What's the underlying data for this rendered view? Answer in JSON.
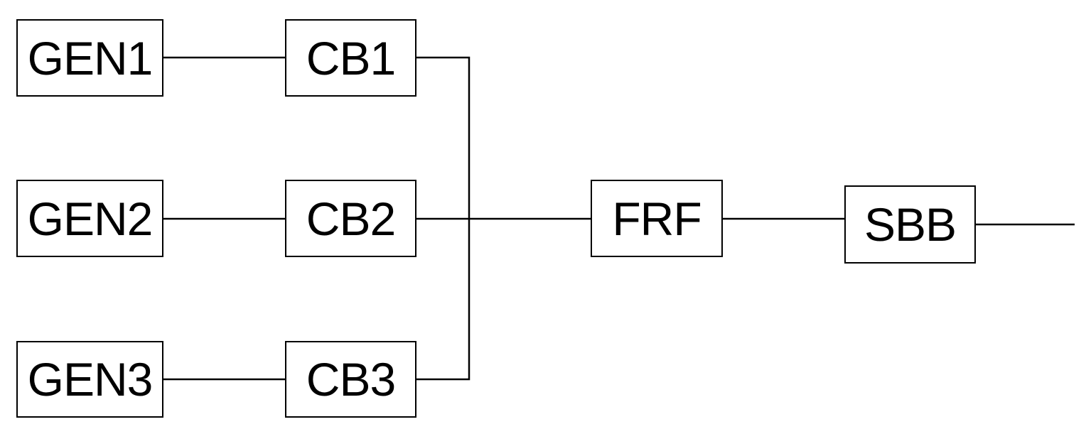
{
  "diagram": {
    "blocks": {
      "gen1": "GEN1",
      "gen2": "GEN2",
      "gen3": "GEN3",
      "cb1": "CB1",
      "cb2": "CB2",
      "cb3": "CB3",
      "frf": "FRF",
      "sbb": "SBB"
    },
    "connections": [
      [
        "GEN1",
        "CB1"
      ],
      [
        "GEN2",
        "CB2"
      ],
      [
        "GEN3",
        "CB3"
      ],
      [
        "CB1",
        "FRF"
      ],
      [
        "CB2",
        "FRF"
      ],
      [
        "CB3",
        "FRF"
      ],
      [
        "FRF",
        "SBB"
      ],
      [
        "SBB",
        "output"
      ]
    ],
    "colors": {
      "line": "#000000",
      "box_border": "#000000",
      "background": "#ffffff"
    }
  }
}
